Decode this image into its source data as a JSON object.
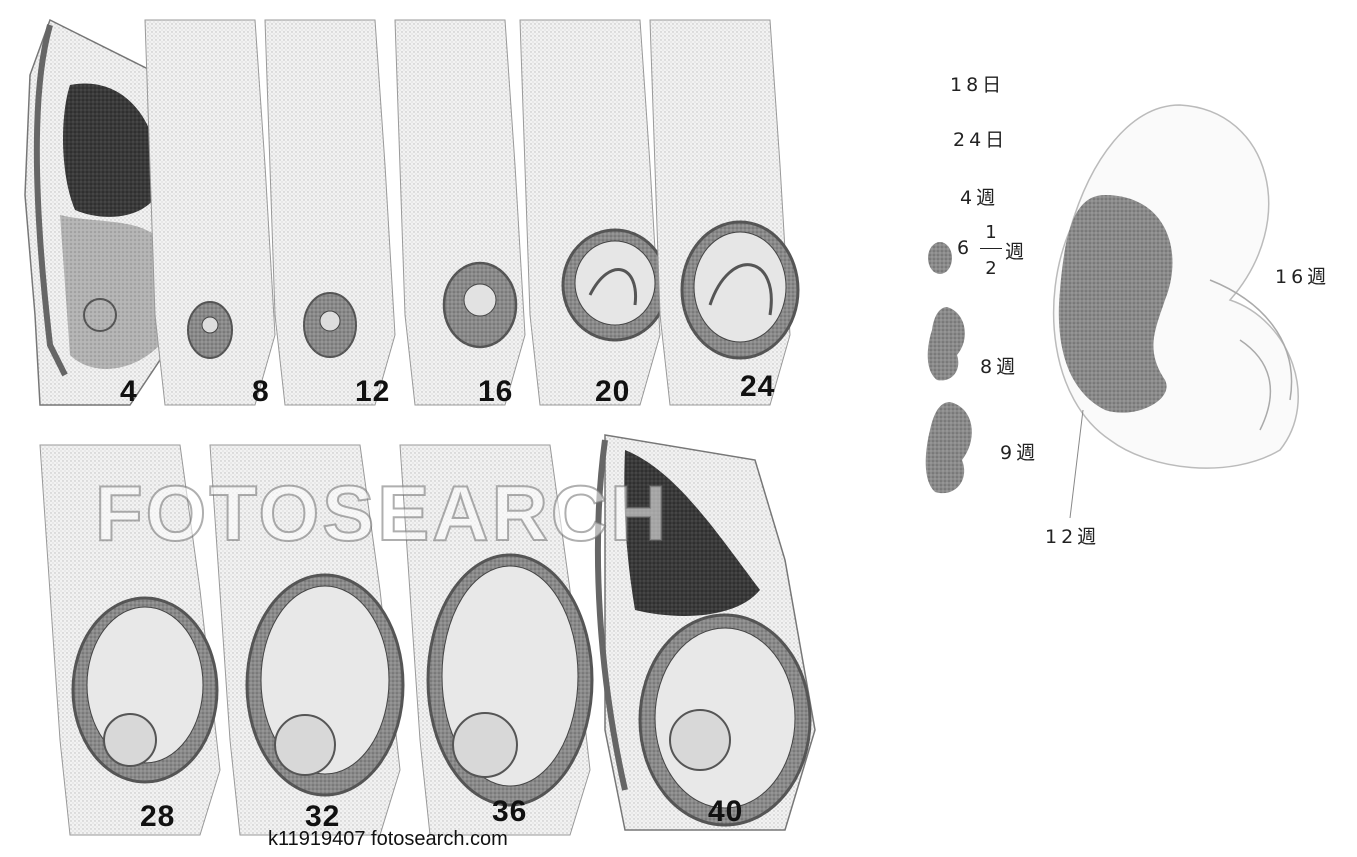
{
  "gestation_panels": {
    "top_row": [
      "4",
      "8",
      "12",
      "16",
      "20",
      "24"
    ],
    "bottom_row": [
      "28",
      "32",
      "36",
      "40"
    ]
  },
  "watermark": "FOTOSEARCH",
  "credit": "k11919407  fotosearch.com",
  "embryo_stages": {
    "d18": "18日",
    "d24": "24日",
    "w4": "4週",
    "w6_whole": "6",
    "w6_num": "1",
    "w6_den": "2",
    "w6_unit": "週",
    "w8": "8週",
    "w9": "9週",
    "w12": "12週",
    "w16": "16週"
  },
  "colors": {
    "ink": "#555555",
    "shade": "#9a9a9a",
    "dark": "#2a2a2a",
    "background": "#ffffff"
  }
}
